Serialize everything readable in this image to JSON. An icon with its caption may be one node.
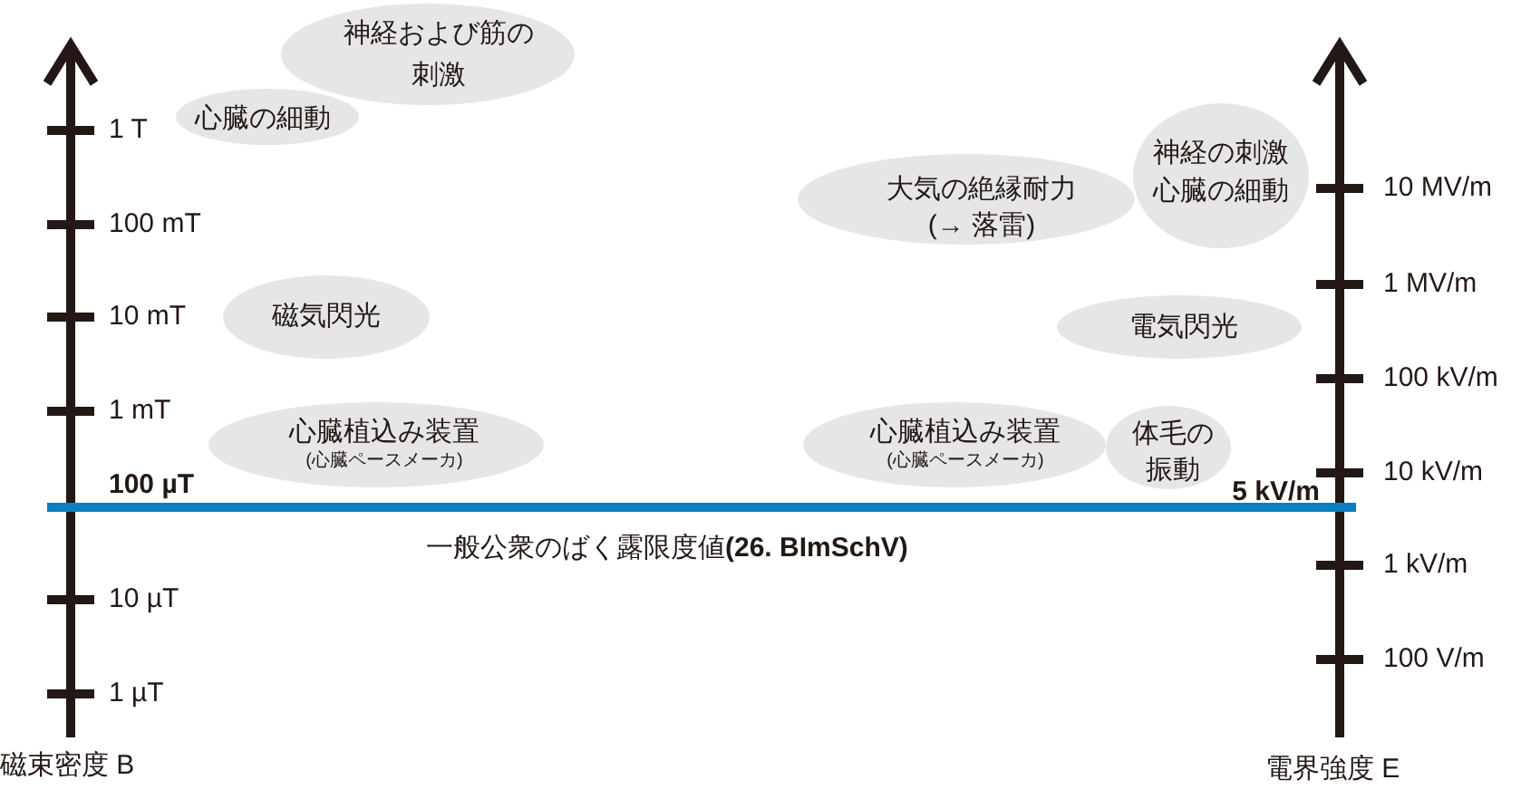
{
  "diagram": {
    "nodes": [
      {
        "text": [
          "神経および筋の刺激"
        ]
      },
      {
        "text": [
          "心臓の細動"
        ]
      },
      {
        "text": [
          "磁気閃光"
        ]
      },
      {
        "text": [
          "心臓植込み装置",
          "(心臓ペースメーカ)"
        ]
      },
      {
        "text": [
          "神経の刺激",
          "心臓の細動"
        ]
      },
      {
        "text": [
          "大気の絶縁耐力",
          "(→ 落雷)"
        ]
      },
      {
        "text": [
          "電気閃光"
        ]
      },
      {
        "text": [
          "心臓植込み装置",
          "(心臓ペースメーカ)"
        ]
      },
      {
        "text": [
          "体毛の振動"
        ]
      }
    ],
    "labels": [
      "1 T",
      "100 mT",
      "10 mT",
      "1 mT",
      "100 µT",
      "10 µT",
      "1 µT",
      "磁束密度 B",
      "10 MV/m",
      "1 MV/m",
      "100 kV/m",
      "10 kV/m",
      "5 kV/m",
      "1 kV/m",
      "100 V/m",
      "電界強度 E",
      "一般公衆のばく露限度値**(26. BImSchV)**"
    ]
  }
}
